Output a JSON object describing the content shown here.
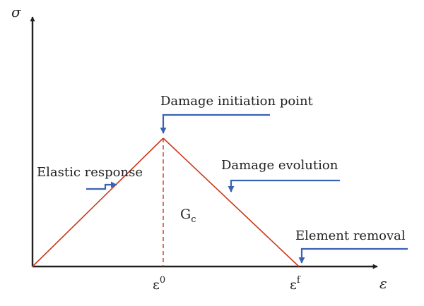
{
  "axes": {
    "y_symbol": "σ",
    "x_symbol": "ε"
  },
  "ticks": {
    "epsilon_zero": {
      "base": "ε",
      "sup": "0"
    },
    "epsilon_f": {
      "base": "ε",
      "sup": "f"
    }
  },
  "labels": {
    "damage_initiation": "Damage initiation point",
    "elastic_response": "Elastic response",
    "damage_evolution": "Damage evolution",
    "element_removal": "Element removal",
    "fracture_energy": {
      "base": "G",
      "sub": "c"
    }
  },
  "colors": {
    "axis": "#231f20",
    "curve": "#c8391b",
    "arrow": "#3a62b3",
    "text": "#231f20"
  }
}
